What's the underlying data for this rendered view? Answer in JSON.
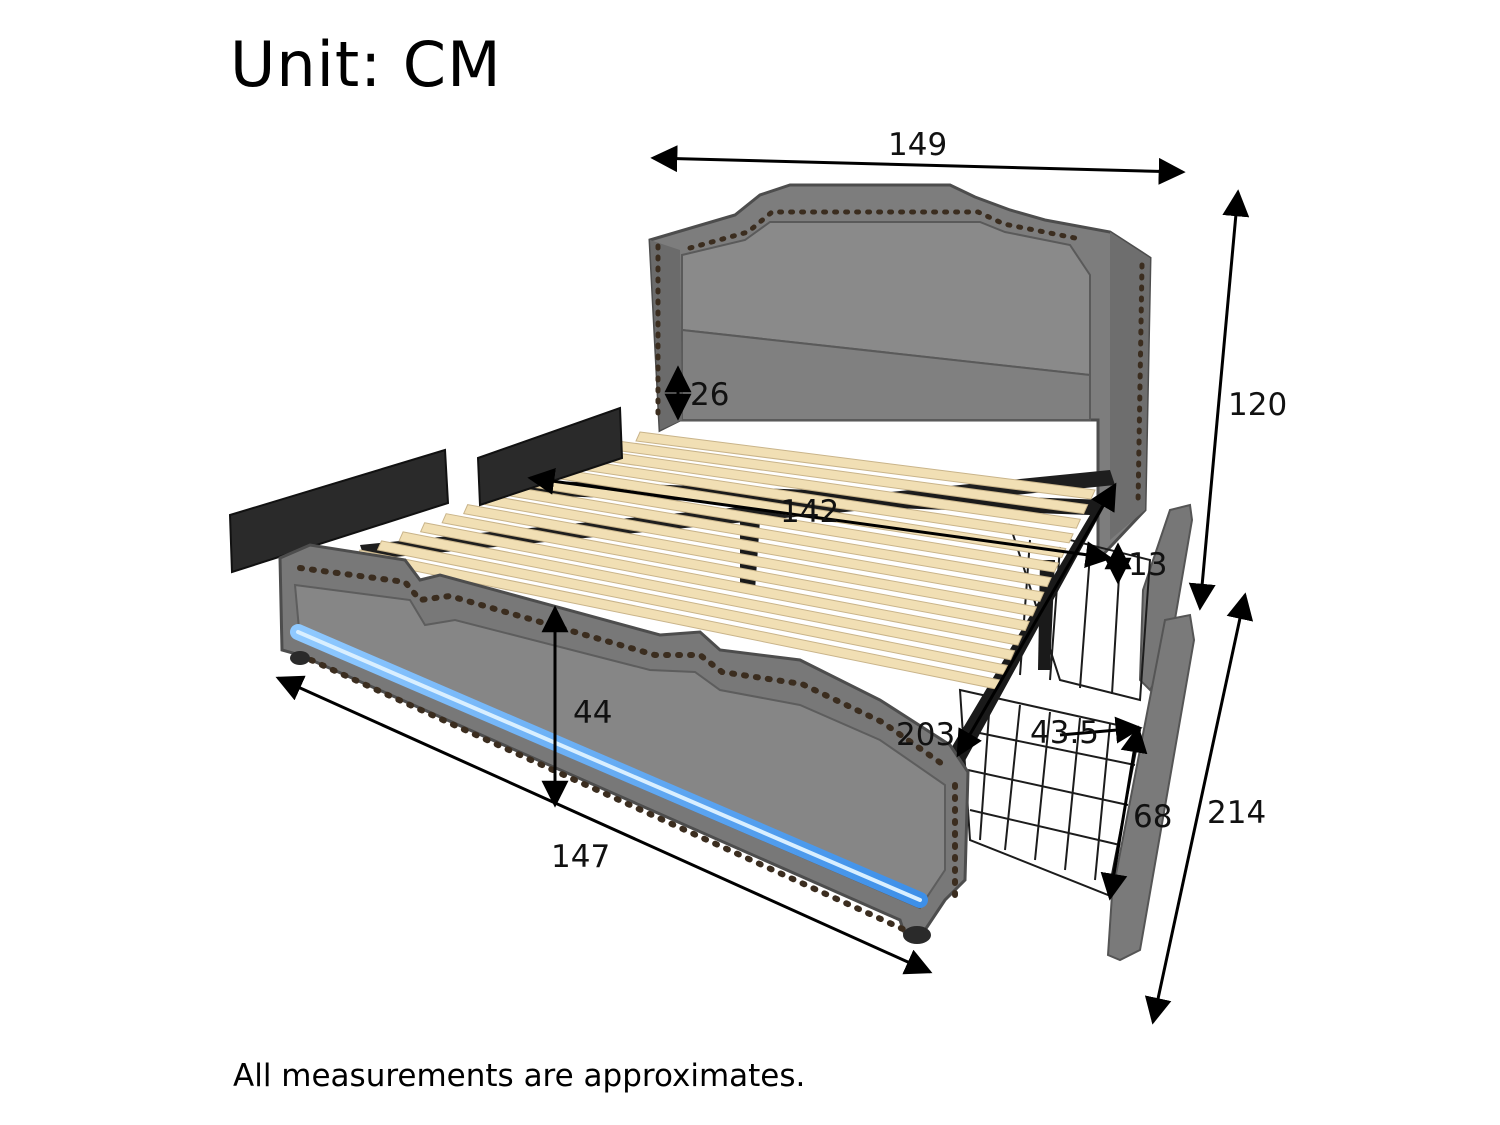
{
  "title": "Unit: CM",
  "footnote": "All measurements are approximates.",
  "dimensions": {
    "width_top": "149",
    "height_total": "120",
    "headboard_gap": "26",
    "inner_length": "142",
    "drawer_height_small": "13",
    "footboard_height": "44",
    "drawer_depth": "203",
    "drawer_width": "43.5",
    "drawer_length": "68",
    "bed_length": "214",
    "footboard_width": "147"
  },
  "colors": {
    "upholstery": "#7a7a7a",
    "upholstery_dark": "#5f5f5f",
    "slat": "#f1dfb4",
    "frame": "#222222",
    "led": "#4aa3ff",
    "nailhead": "#4a3a2a"
  }
}
